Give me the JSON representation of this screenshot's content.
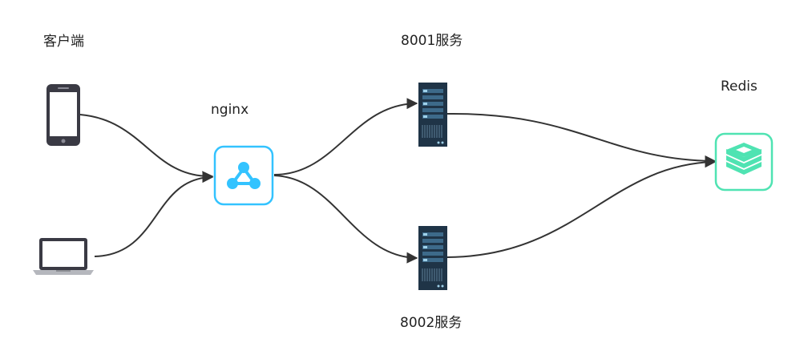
{
  "nodes": {
    "client": {
      "label": "客户端"
    },
    "nginx": {
      "label": "nginx"
    },
    "service_8001": {
      "label": "8001服务"
    },
    "service_8002": {
      "label": "8002服务"
    },
    "redis": {
      "label": "Redis"
    }
  },
  "edges": [
    {
      "from": "mobile-phone",
      "to": "nginx"
    },
    {
      "from": "laptop",
      "to": "nginx"
    },
    {
      "from": "nginx",
      "to": "service-8001"
    },
    {
      "from": "nginx",
      "to": "service-8002"
    },
    {
      "from": "service-8001",
      "to": "redis"
    },
    {
      "from": "service-8002",
      "to": "redis"
    }
  ],
  "colors": {
    "nginx_accent": "#33c3ff",
    "redis_accent": "#4fe3b2",
    "server_body": "#1f3447",
    "device_dark": "#3a3a44",
    "edge": "#333333"
  },
  "icons": {
    "mobile": "mobile-phone-icon",
    "laptop": "laptop-icon",
    "nginx": "nginx-icon",
    "server": "server-icon",
    "redis": "redis-icon"
  }
}
